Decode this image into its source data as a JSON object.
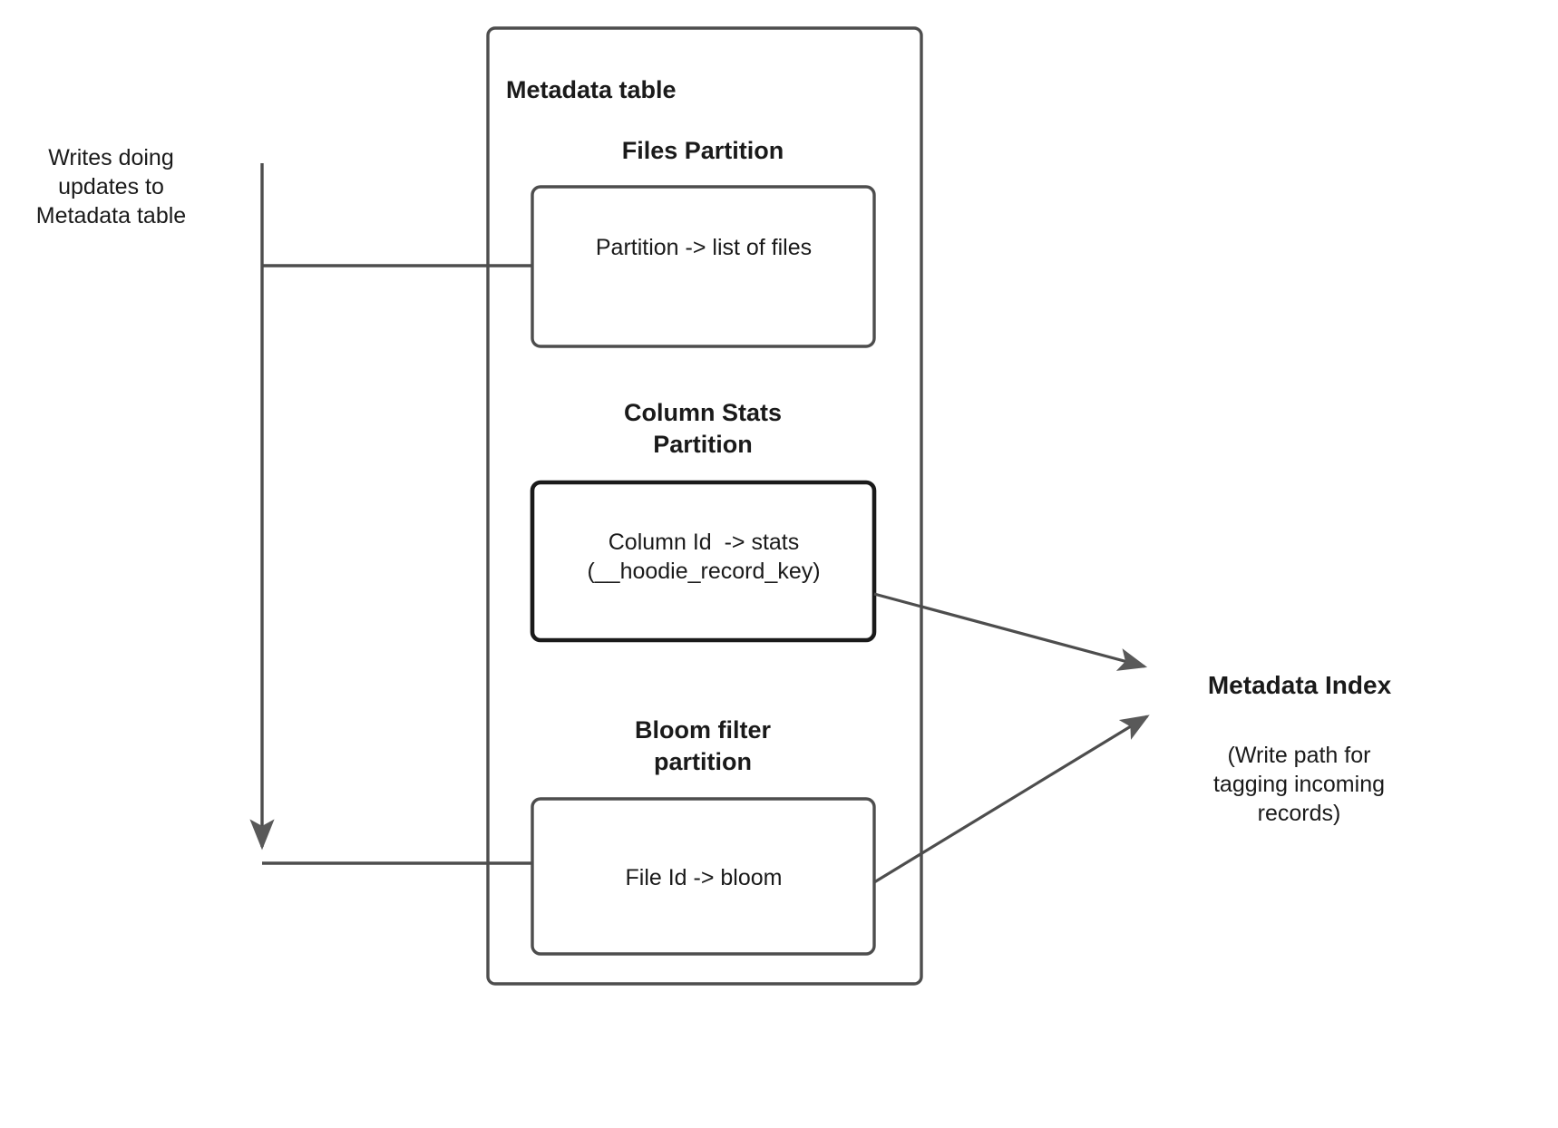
{
  "diagram": {
    "title_text": "Metadata table",
    "left_caption": "Writes doing\nupdates to\nMetadata table",
    "partitions": [
      {
        "heading": "Files Partition",
        "box_text": "Partition -> list of files"
      },
      {
        "heading": "Column Stats\nPartition",
        "box_text": "Column Id  -> stats\n(__hoodie_record_key)"
      },
      {
        "heading": "Bloom filter\npartition",
        "box_text": "File Id -> bloom"
      }
    ],
    "right": {
      "title": "Metadata Index",
      "note": "(Write path for\ntagging incoming\nrecords)"
    },
    "colors": {
      "stroke": "#4d4d4d",
      "stroke_emphasis": "#1a1a1a",
      "arrow_fill": "#595959",
      "text": "#1a1a1a",
      "background": "#ffffff"
    }
  }
}
